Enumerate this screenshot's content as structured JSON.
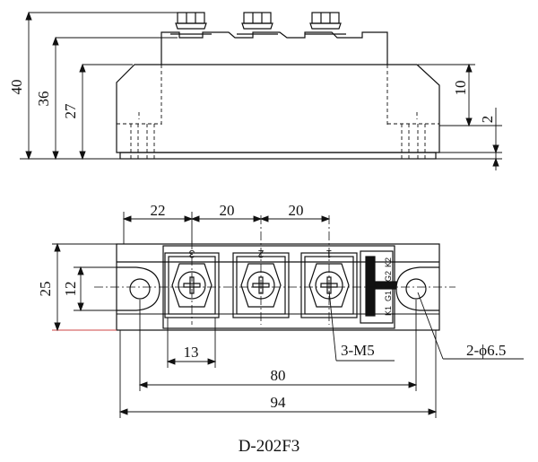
{
  "side_view": {
    "dims": {
      "h40": "40",
      "h36": "36",
      "h27": "27",
      "h10": "10",
      "h2": "2"
    }
  },
  "top_view": {
    "dims": {
      "w22": "22",
      "w20a": "20",
      "w20b": "20",
      "h25": "25",
      "h12": "12",
      "w13": "13",
      "w80": "80",
      "w94": "94"
    },
    "terminal_numbers": [
      "3",
      "2",
      "1"
    ],
    "gate_labels": [
      "K1",
      "G1",
      "G2",
      "K2"
    ],
    "callouts": {
      "screws": "3-M5",
      "holes": "2-ϕ6.5"
    }
  },
  "caption": "D-202F3"
}
